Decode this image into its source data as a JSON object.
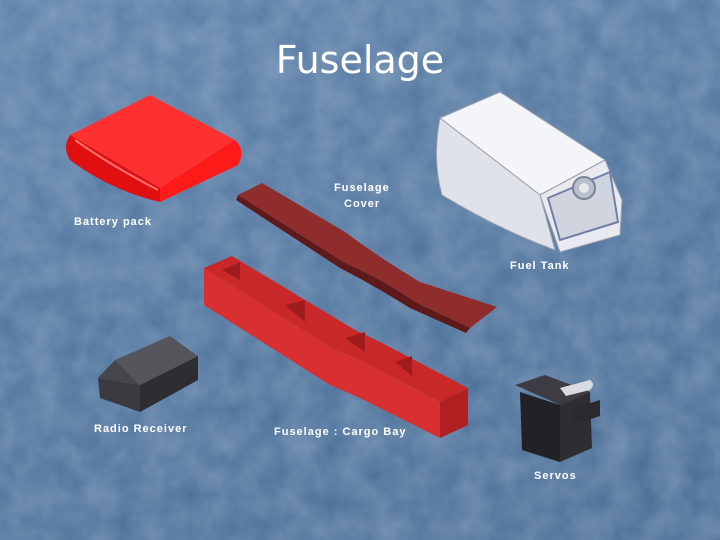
{
  "slide": {
    "title": "Fuselage"
  },
  "labels": {
    "battery_pack": "Battery pack",
    "fuselage_cover_line1": "Fuselage",
    "fuselage_cover_line2": "Cover",
    "fuel_tank": "Fuel Tank",
    "radio_receiver": "Radio Receiver",
    "cargo_bay": "Fuselage : Cargo Bay",
    "servos": "Servos"
  },
  "colors": {
    "background": "#4d729c",
    "battery": "#ff1a1a",
    "cover": "#8b2a2a",
    "cargo_bay": "#d42a2a",
    "fuel_tank": "#e6e8ee",
    "receiver": "#3a3a40",
    "servo": "#2a2a2e",
    "label_text": "#ffffff"
  }
}
